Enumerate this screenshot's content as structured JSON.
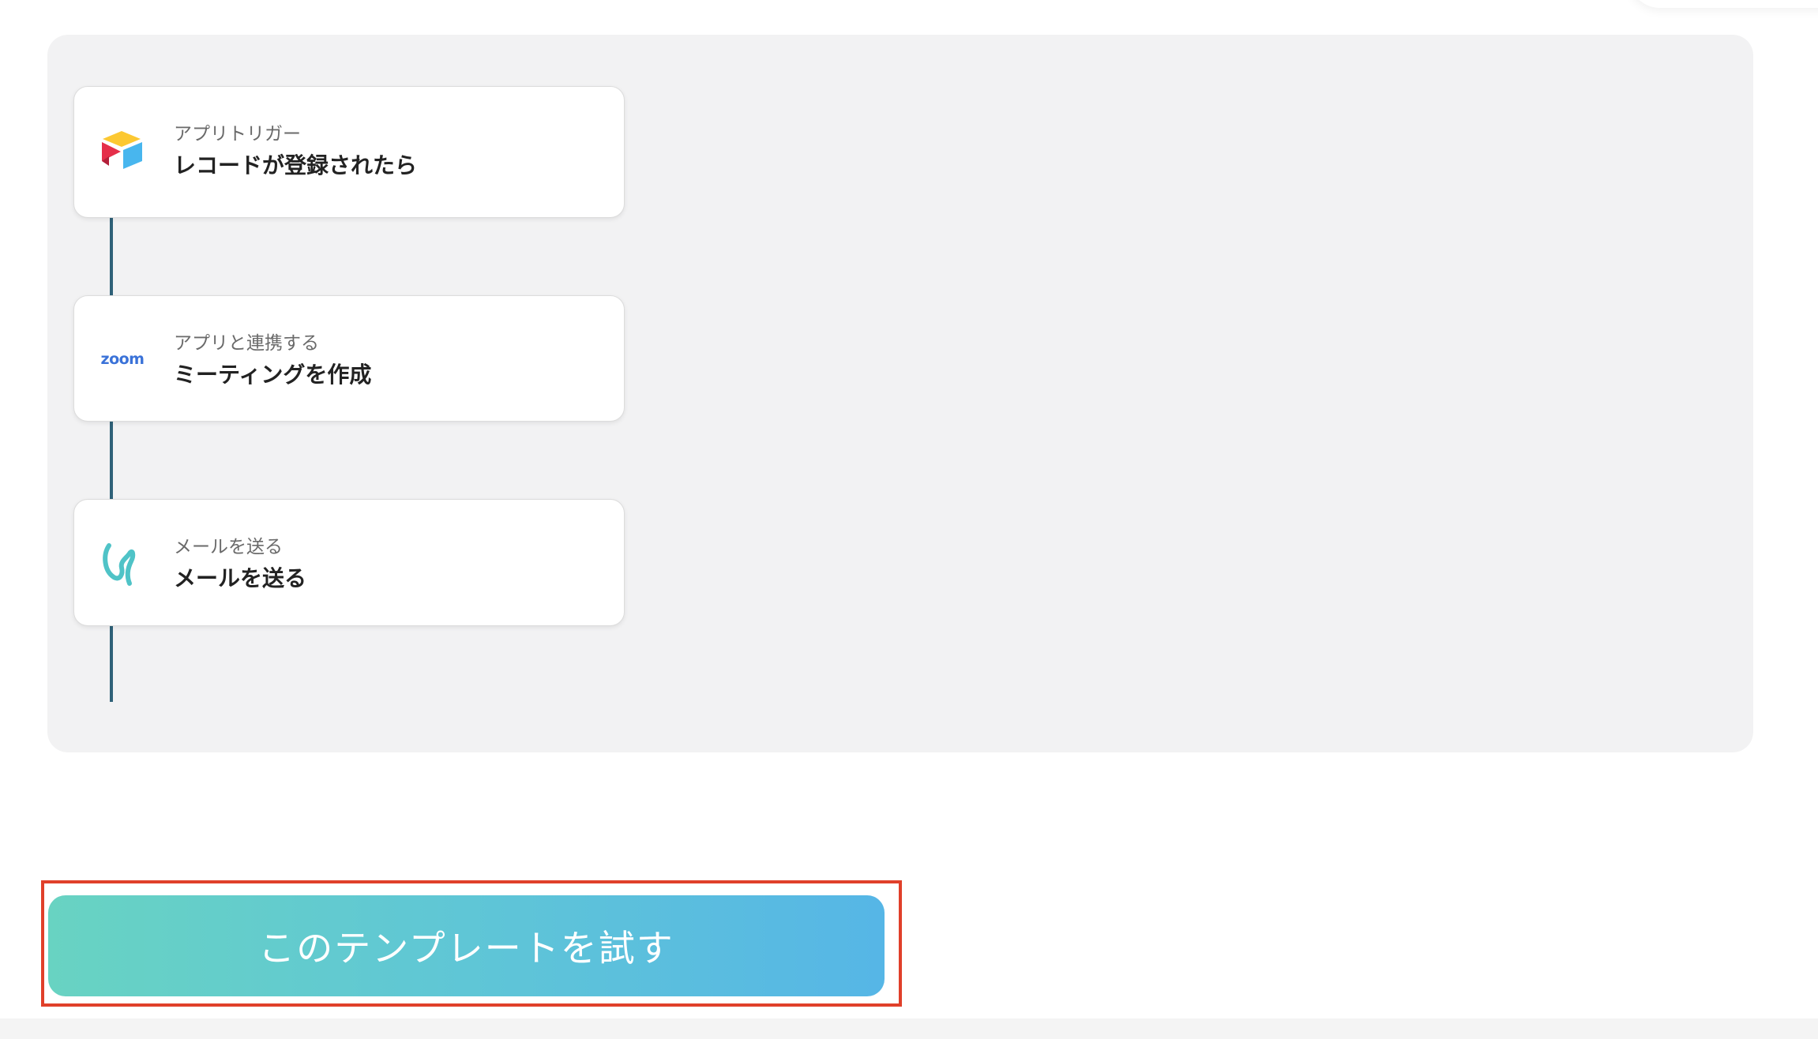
{
  "flow": {
    "steps": [
      {
        "icon": "airtable-icon",
        "subtitle": "アプリトリガー",
        "title": "レコードが登録されたら"
      },
      {
        "icon": "zoom-icon",
        "icon_text": "zoom",
        "subtitle": "アプリと連携する",
        "title": "ミーティングを作成"
      },
      {
        "icon": "mail-icon",
        "subtitle": "メールを送る",
        "title": "メールを送る"
      }
    ]
  },
  "cta": {
    "label": "このテンプレートを試す"
  },
  "colors": {
    "connector": "#2f6178",
    "panel_bg": "#f2f2f3",
    "button_gradient_start": "#68d3c2",
    "button_gradient_end": "#56b6e6",
    "highlight_border": "#e0402a",
    "zoom_blue": "#3a72d8",
    "mail_teal": "#4fc3c7"
  }
}
